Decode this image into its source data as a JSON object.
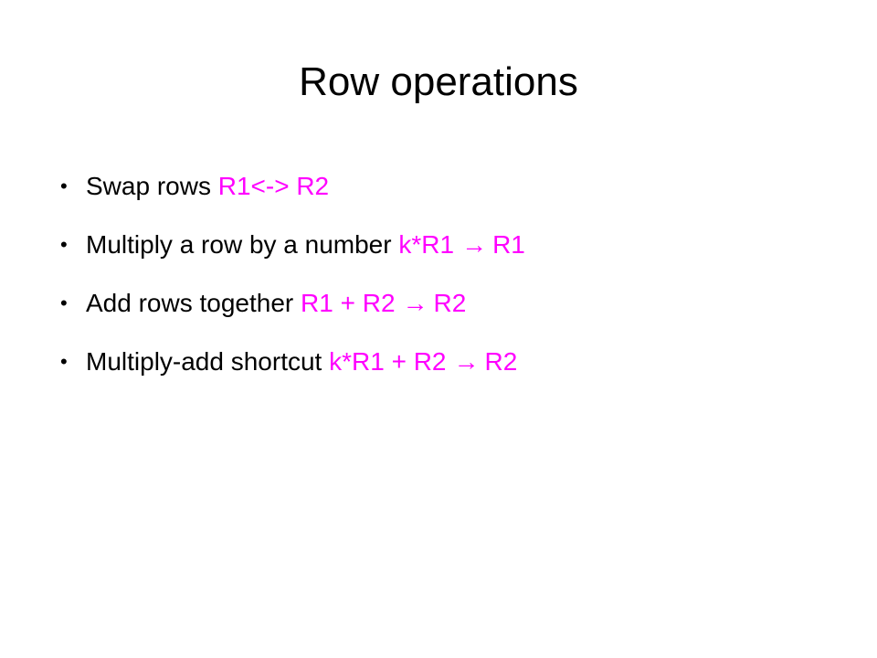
{
  "slide": {
    "title": "Row operations",
    "bullet_glyph": "•",
    "accent_color": "#ff00ff",
    "bullets": [
      {
        "text": "Swap rows ",
        "expr": "R1<-> R2",
        "arrow": "",
        "result": ""
      },
      {
        "text": "Multiply a row by a number ",
        "expr": "k*R1",
        "arrow": "→",
        "result": "R1"
      },
      {
        "text": "Add rows together ",
        "expr": "R1 + R2",
        "arrow": "→",
        "result": "R2"
      },
      {
        "text": "Multiply-add shortcut ",
        "expr": "k*R1 + R2",
        "arrow": "→",
        "result": "R2"
      }
    ]
  }
}
